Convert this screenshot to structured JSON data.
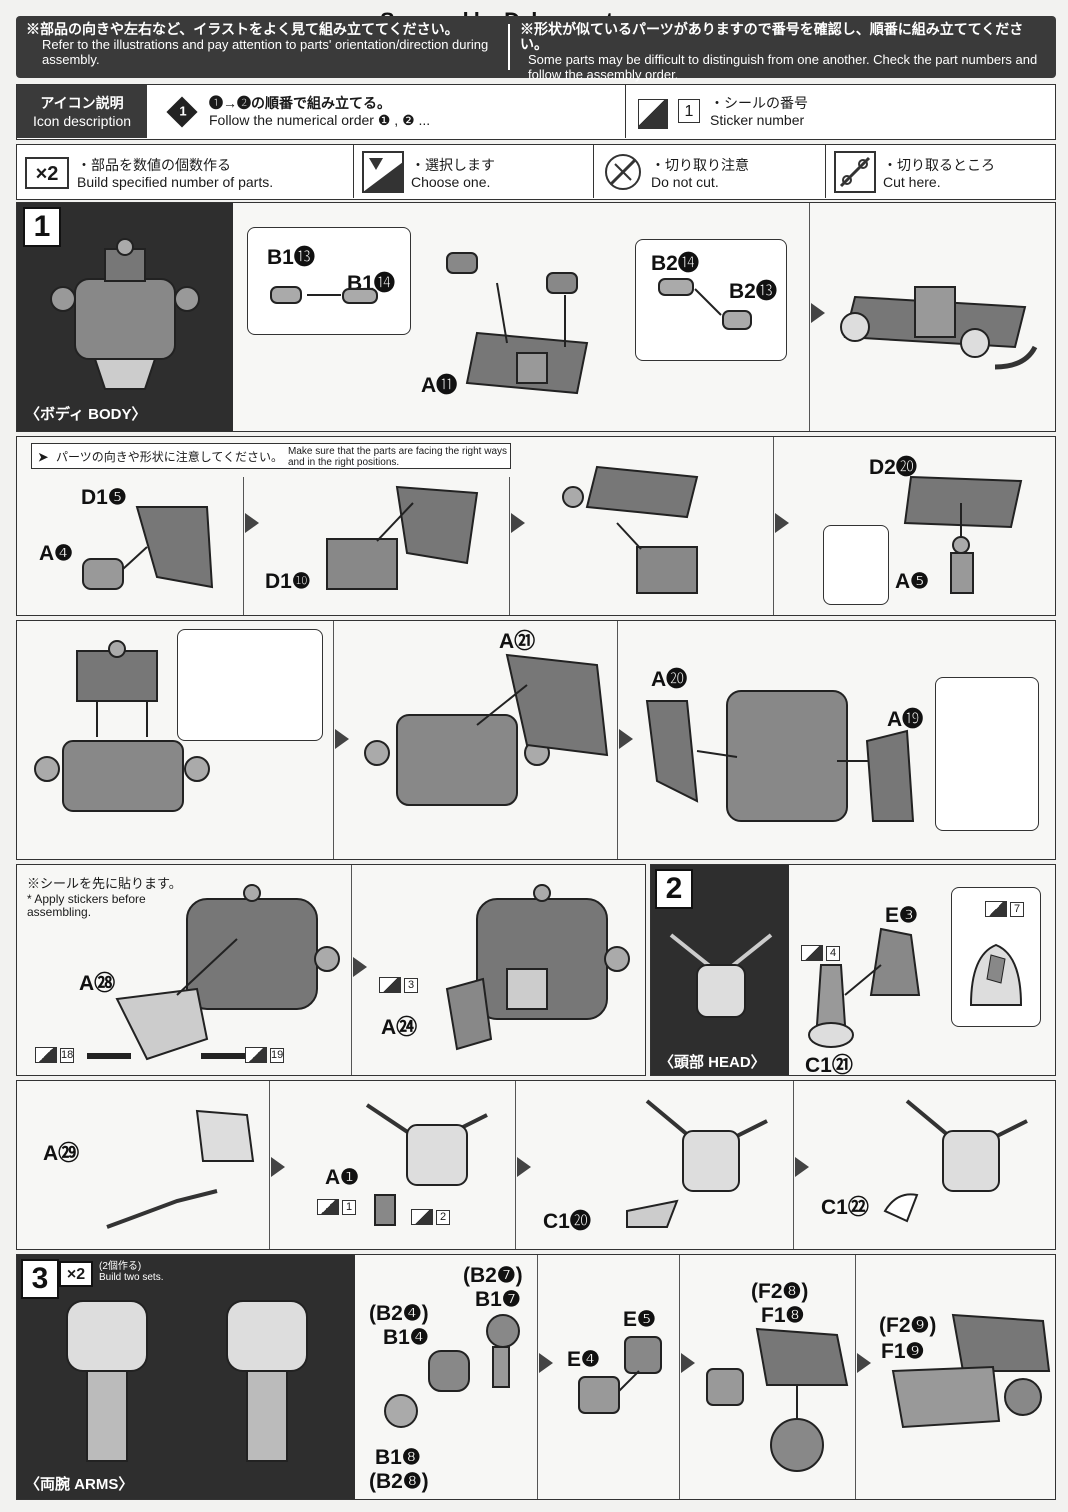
{
  "watermark": "Scanned by Dalong.net",
  "header": {
    "left_jp": "※部品の向きや左右など、イラストをよく見て組み立ててください。",
    "left_en": "Refer to the illustrations and pay attention to parts' orientation/direction during assembly.",
    "right_jp": "※形状が似ているパーツがありますので番号を確認し、順番に組み立ててください。",
    "right_en": "Some parts may be difficult to distinguish from one another. Check the part numbers and follow the assembly order."
  },
  "icons": {
    "label_jp": "アイコン説明",
    "label_en": "Icon description",
    "order_badge": "1",
    "order_jp": "❶→❷の順番で組み立てる。",
    "order_en": "Follow the numerical order ❶ , ❷ ...",
    "sticker_num": "1",
    "sticker_jp": "・シールの番号",
    "sticker_en": "Sticker number",
    "x2_mark": "×2",
    "x2_jp": "・部品を数値の個数作る",
    "x2_en": "Build specified number of parts.",
    "choose_jp": "・選択します",
    "choose_en": "Choose one.",
    "nocut_jp": "・切り取り注意",
    "nocut_en": "Do not cut.",
    "cut_jp": "・切り取るところ",
    "cut_en": "Cut here."
  },
  "step1": {
    "num": "1",
    "caption": "〈ボディ BODY〉",
    "row1": {
      "b1_13": "B1⓭",
      "b1_14": "B1⓮",
      "b2_14": "B2⓮",
      "b2_13": "B2⓭",
      "a11": "A⓫"
    },
    "row2": {
      "caution_jp": "パーツの向きや形状に注意してください。",
      "caution_en": "Make sure that the parts are facing the right ways and in the right positions.",
      "d1_5": "D1❺",
      "a4": "A❹",
      "d1_10": "D1❿",
      "d2_20": "D2⓴",
      "a5": "A❺"
    },
    "row3": {
      "a21": "A㉑",
      "a20": "A⓴",
      "a19": "A⓳"
    },
    "row4": {
      "note_jp": "※シールを先に貼ります。",
      "note_en": "* Apply stickers before assembling.",
      "a28": "A㉘",
      "a24": "A㉔",
      "s18": "18",
      "s19": "19",
      "s3": "3"
    }
  },
  "step2": {
    "num": "2",
    "caption": "〈頭部 HEAD〉",
    "e3": "E❸",
    "c1_21": "C1㉑",
    "s4": "4",
    "s7": "7",
    "a29": "A㉙",
    "a1": "A❶",
    "s1": "1",
    "s2": "2",
    "c1_20": "C1⓴",
    "c1_22": "C1㉒"
  },
  "step3": {
    "num": "3",
    "x2": "×2",
    "x2_jp": "(2個作る)",
    "x2_en": "Build two sets.",
    "caption": "〈両腕 ARMS〉",
    "b2_7": "(B2❼)",
    "b1_7": "B1❼",
    "b2_4": "(B2❹)",
    "b1_4": "B1❹",
    "b1_8": "B1❽",
    "b2_8": "(B2❽)",
    "e5": "E❺",
    "e4": "E❹",
    "f2_8": "(F2❽)",
    "f1_8": "F1❽",
    "f2_9": "(F2❾)",
    "f1_9": "F1❾"
  }
}
